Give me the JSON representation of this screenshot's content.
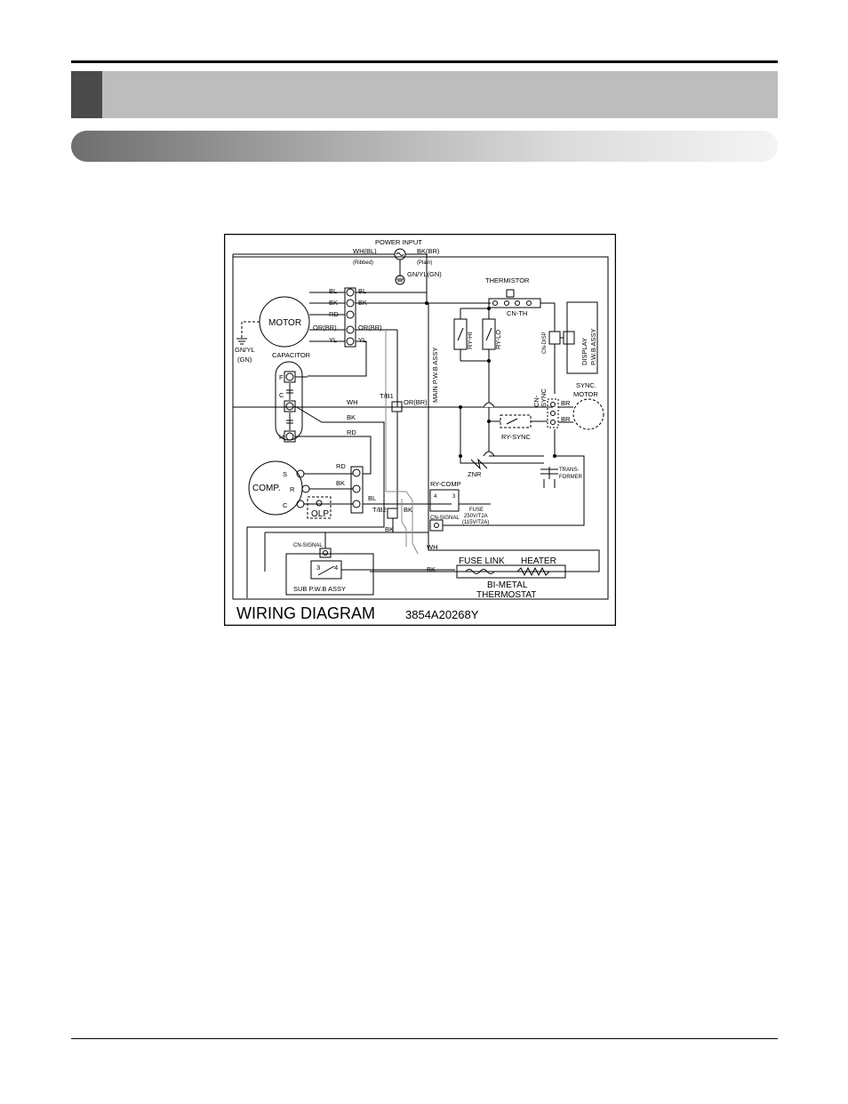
{
  "diagram": {
    "title": "WIRING  DIAGRAM",
    "part_number": "3854A20268Y",
    "power": {
      "label": "POWER  INPUT",
      "left": "WH(BL)",
      "left_sub": "(Ribbed)",
      "right": "BK(BR)",
      "right_sub": "(Plain)",
      "ground": "GN/YL(GN)"
    },
    "motor": {
      "label": "MOTOR",
      "ground": "GN/YL",
      "ground_sub": "(GN)",
      "wires_left": [
        "BL",
        "BK",
        "RD",
        "OR(BR)",
        "YL"
      ],
      "wires_right": [
        "BL",
        "BK",
        "OR(BR)",
        "YL"
      ]
    },
    "capacitor": {
      "label": "CAPACITOR",
      "f": "F",
      "c": "C",
      "h": "H"
    },
    "wires": {
      "wh": "WH",
      "bk1": "BK",
      "rd1": "RD",
      "rd2": "RD",
      "bk2": "BK",
      "bl": "BL",
      "bk3": "BK",
      "bk4": "BK",
      "bk5": "BK",
      "wh2": "WH",
      "orbr": "OR(BR)",
      "br1": "BR",
      "br2": "BR"
    },
    "compressor": {
      "label": "COMP.",
      "s": "S",
      "r": "R",
      "c": "C",
      "olp": "OLP"
    },
    "terminals": {
      "tb1": "T/B1",
      "tb2": "T/B2"
    },
    "main_board": {
      "label": "MAIN P.W.B ASSY",
      "ry_hi": "RY-HI",
      "ry_lo": "RY-LO",
      "thermistor": "THERMISTOR",
      "cn_th": "CN-TH",
      "cn_disp": "CN-DISP",
      "cn_sync_1": "CN-",
      "cn_sync_2": "SYNC",
      "ry_sync": "RY-SYNC",
      "znr": "ZNR",
      "transformer_1": "TRANS-",
      "transformer_2": "FORMER",
      "ry_comp": "RY-COMP",
      "ry_comp_4": "4",
      "ry_comp_3": "3",
      "fuse_1": "FUSE",
      "fuse_2": "250V/T2A",
      "fuse_3": "(115V/T2A)",
      "cn_signal": "CN-SIGNAL"
    },
    "display": {
      "line1": "DISPLAY",
      "line2": "P.W.B ASSY"
    },
    "sync_motor": {
      "line1": "SYNC.",
      "line2": "MOTOR"
    },
    "sub_board": {
      "label": "SUB P.W.B ASSY",
      "cn_signal": "CN-SIGNAL",
      "p3": "3",
      "p4": "4"
    },
    "heater": {
      "fuse_link": "FUSE LINK",
      "heater": "HEATER",
      "bimetal_1": "BI-METAL",
      "bimetal_2": "THERMOSTAT"
    }
  }
}
